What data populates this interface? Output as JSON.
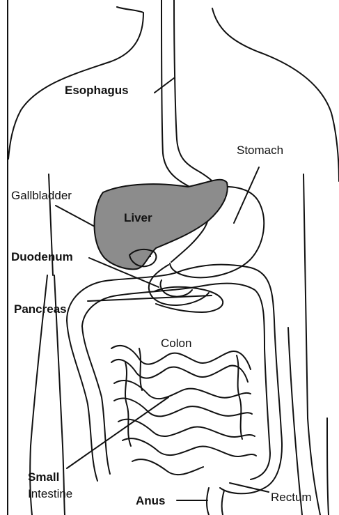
{
  "labels": {
    "esophagus": "Esophagus",
    "stomach": "Stomach",
    "gallbladder": "Gallbladder",
    "liver": "Liver",
    "duodenum": "Duodenum",
    "pancreas": "Pancreas",
    "colon": "Colon",
    "small_line1": "Small",
    "small_line2": "Intestine",
    "anus": "Anus",
    "rectum": "Rectum"
  },
  "colors": {
    "liver_fill": "#8c8c8c",
    "outline": "#111111",
    "background": "#ffffff"
  }
}
